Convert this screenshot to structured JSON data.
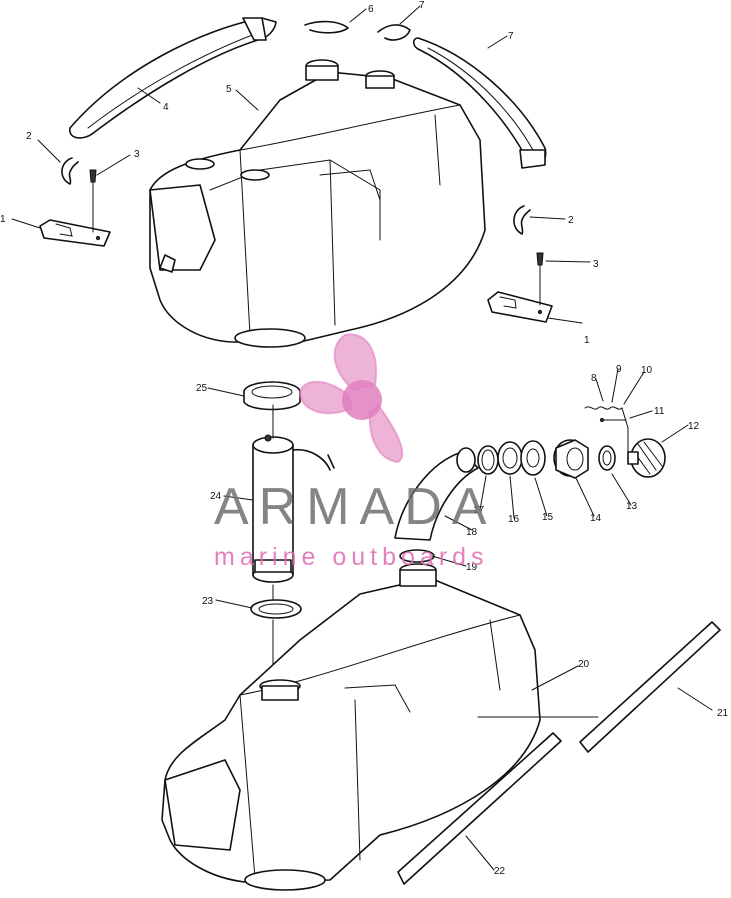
{
  "diagram": {
    "callouts": [
      {
        "id": "c1a",
        "label": "1"
      },
      {
        "id": "c1b",
        "label": "1"
      },
      {
        "id": "c2a",
        "label": "2"
      },
      {
        "id": "c2b",
        "label": "2"
      },
      {
        "id": "c3a",
        "label": "3"
      },
      {
        "id": "c3b",
        "label": "3"
      },
      {
        "id": "c4",
        "label": "4"
      },
      {
        "id": "c5",
        "label": "5"
      },
      {
        "id": "c6",
        "label": "6"
      },
      {
        "id": "c7a",
        "label": "7"
      },
      {
        "id": "c7b",
        "label": "7"
      },
      {
        "id": "c8",
        "label": "8"
      },
      {
        "id": "c9",
        "label": "9"
      },
      {
        "id": "c10",
        "label": "10"
      },
      {
        "id": "c11",
        "label": "11"
      },
      {
        "id": "c12",
        "label": "12"
      },
      {
        "id": "c13",
        "label": "13"
      },
      {
        "id": "c14",
        "label": "14"
      },
      {
        "id": "c15",
        "label": "15"
      },
      {
        "id": "c16",
        "label": "16"
      },
      {
        "id": "c17",
        "label": "17"
      },
      {
        "id": "c18",
        "label": "18"
      },
      {
        "id": "c19",
        "label": "19"
      },
      {
        "id": "c20",
        "label": "20"
      },
      {
        "id": "c21",
        "label": "21"
      },
      {
        "id": "c22",
        "label": "22"
      },
      {
        "id": "c23",
        "label": "23"
      },
      {
        "id": "c24",
        "label": "24"
      },
      {
        "id": "c25",
        "label": "25"
      }
    ]
  },
  "watermark": {
    "brand": "ARMADA",
    "tagline": "marine outboards",
    "colors": {
      "logo": "#e89bc9",
      "hub": "#e07fbf",
      "text": "#6f6f6f"
    }
  }
}
